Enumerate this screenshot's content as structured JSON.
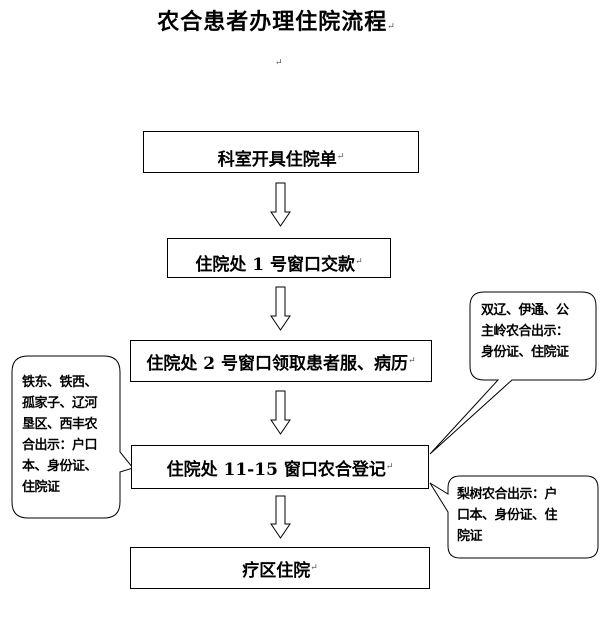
{
  "title": "农合患者办理住院流程",
  "paragraph_mark": "↵",
  "steps": [
    "科室开具住院单",
    "住院处 1 号窗口交款",
    "住院处 2 号窗口领取患者服、病历",
    "住院处 11-15 窗口农合登记",
    "疗区住院"
  ],
  "callouts": {
    "left": "铁东、铁西、\n孤家子、辽河\n垦区、西丰农\n合出示：户口\n本、身份证、\n住院证",
    "right_top": "双辽、伊通、公\n主岭农合出示：\n身份证、住院证",
    "right_bottom": "梨树农合出示：户\n口本、身份证、住\n院证"
  }
}
